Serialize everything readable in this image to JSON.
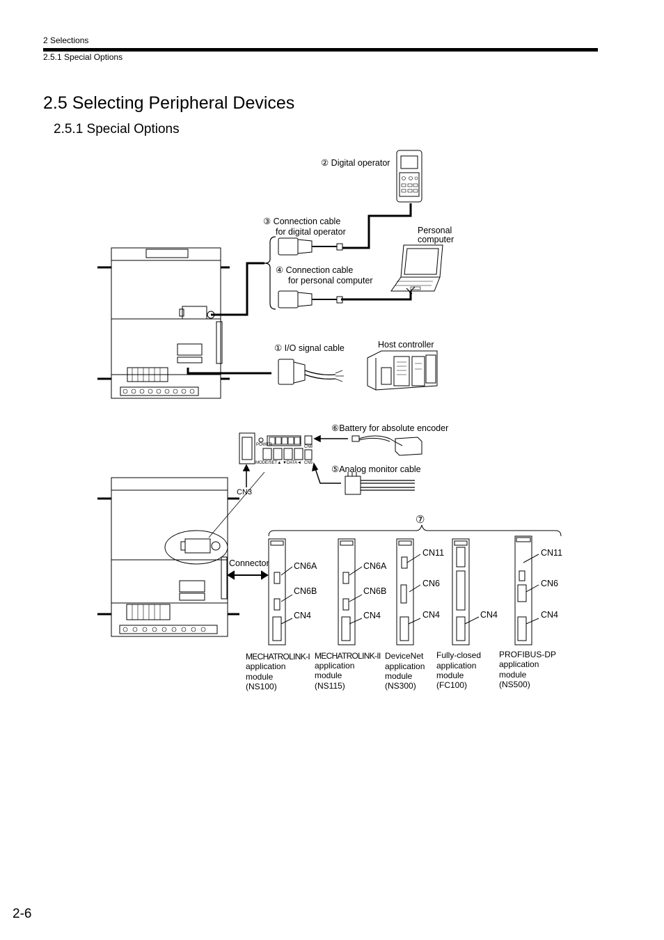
{
  "header": {
    "chapter": "2  Selections",
    "section": "2.5.1  Special Options"
  },
  "title": "2.5  Selecting Peripheral Devices",
  "subtitle": "2.5.1  Special Options",
  "figure_top": {
    "digital_operator": "② Digital operator",
    "cable_digital_line1": "③ Connection cable",
    "cable_digital_line2": "for digital operator",
    "personal_computer_line1": "Personal",
    "personal_computer_line2": "computer",
    "cable_pc_line1": "④ Connection cable",
    "cable_pc_line2": "for personal computer",
    "io_cable": "① I/O signal cable",
    "host_controller": "Host controller"
  },
  "figure_bottom": {
    "battery": "⑥Battery for absolute encoder",
    "analog_monitor": "⑤Analog monitor cable",
    "cn3": "CN3",
    "connector": "Connector",
    "group_marker": "⑦",
    "panel_power": "POWER",
    "panel_cn8": "CN8",
    "panel_cn5": "CN5",
    "panel_keys": "MODE/SET▲   ▼DATA◄",
    "modules": [
      {
        "labels": [
          "CN6A",
          "CN6B",
          "CN4"
        ],
        "name": "MECHATROLINK-I",
        "desc": [
          "application",
          "module",
          "(NS100)"
        ]
      },
      {
        "labels": [
          "CN6A",
          "CN6B",
          "CN4"
        ],
        "name": "MECHATROLINK-II",
        "desc": [
          "application",
          "module",
          "(NS115)"
        ]
      },
      {
        "labels": [
          "CN11",
          "CN6",
          "CN4"
        ],
        "name": "DeviceNet",
        "desc": [
          "application",
          "module",
          "(NS300)"
        ]
      },
      {
        "labels": [
          "CN4"
        ],
        "name": "Fully-closed",
        "desc": [
          "application",
          "module",
          "(FC100)"
        ]
      },
      {
        "labels": [
          "CN11",
          "CN6",
          "CN4"
        ],
        "name": "PROFIBUS-DP",
        "desc": [
          "application",
          "module",
          "(NS500)"
        ]
      }
    ]
  },
  "page_number": "2-6"
}
